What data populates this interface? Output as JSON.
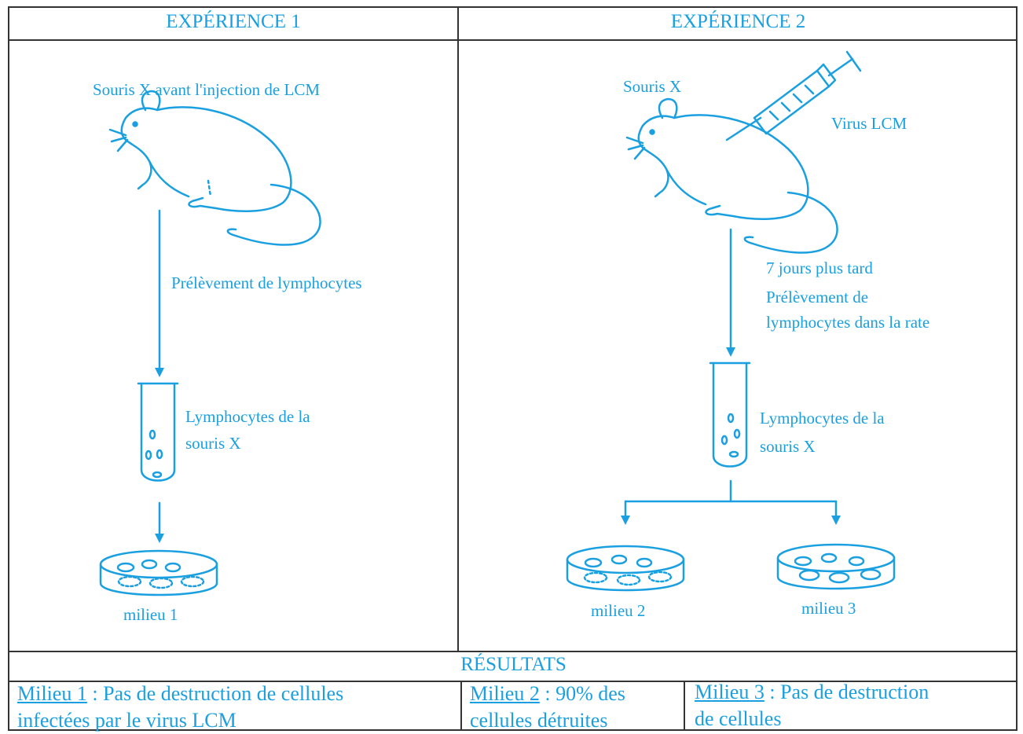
{
  "exp1": {
    "title": "EXPÉRIENCE 1",
    "mouse_label": "Souris X avant l'injection de LCM",
    "step_label": "Prélèvement de lymphocytes",
    "tube_label_1": "Lymphocytes de la",
    "tube_label_2": "souris X",
    "dish_label": "milieu 1"
  },
  "exp2": {
    "title": "EXPÉRIENCE 2",
    "mouse_label": "Souris X",
    "syringe_label": "Virus LCM",
    "step_label_1": "7 jours plus tard",
    "step_label_2": "Prélèvement de",
    "step_label_3": "lymphocytes dans la rate",
    "tube_label_1": "Lymphocytes de la",
    "tube_label_2": "souris X",
    "dish2_label": "milieu 2",
    "dish3_label": "milieu 3"
  },
  "results": {
    "title": "RÉSULTATS",
    "m1_name": "Milieu 1",
    "m1_text_1": " : Pas de destruction de cellules",
    "m1_text_2": "infectées par le virus LCM",
    "m2_name": "Milieu 2",
    "m2_text_1": " : 90% des",
    "m2_text_2": "cellules détruites",
    "m3_name": "Milieu 3",
    "m3_text_1": " : Pas de destruction",
    "m3_text_2": "de cellules"
  },
  "colors": {
    "ink": "#1aa0e0",
    "border": "#333333"
  },
  "icons": [
    "mouse-icon",
    "syringe-icon",
    "test-tube-icon",
    "petri-dish-icon",
    "arrow-down-icon"
  ]
}
